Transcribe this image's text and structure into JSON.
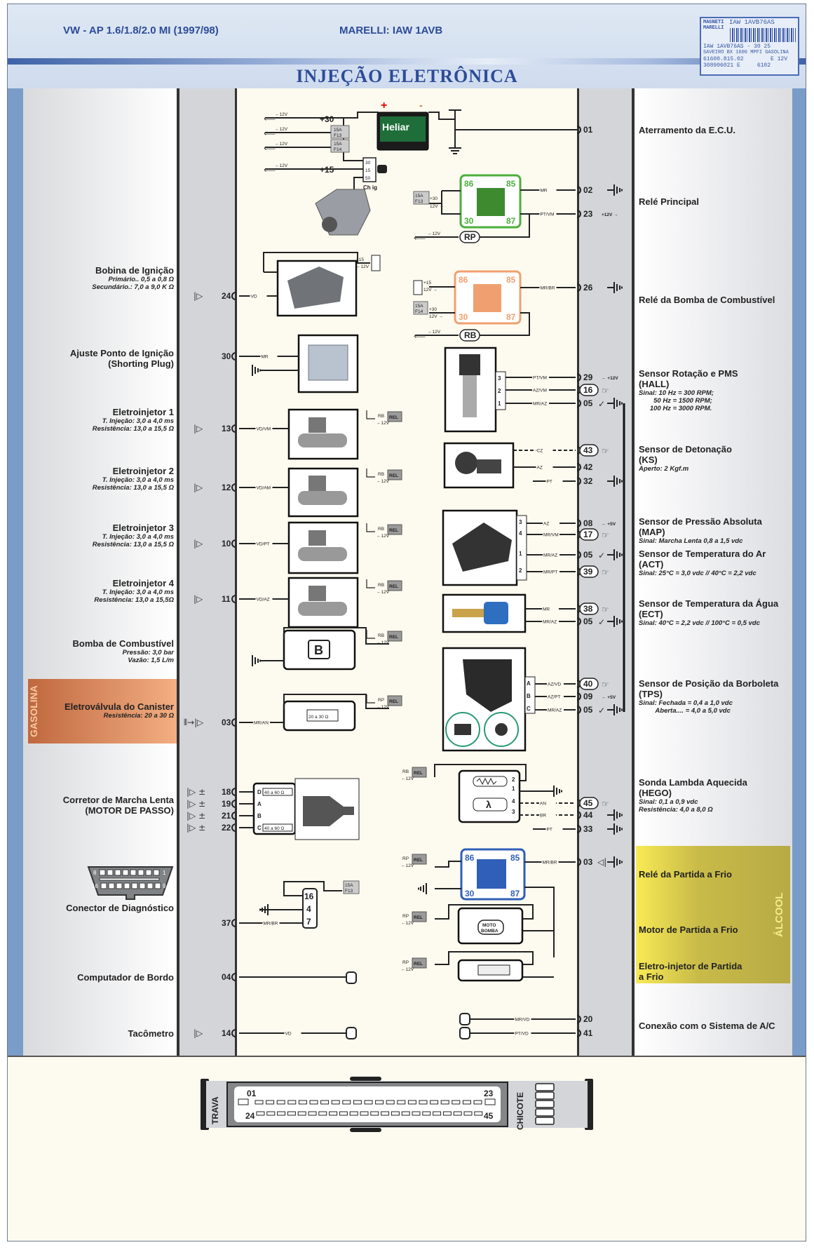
{
  "header": {
    "model": "VW - AP 1.6/1.8/2.0 MI (1997/98)",
    "ecu": "MARELLI: IAW 1AVB",
    "title": "INJEÇÃO ELETRÔNICA"
  },
  "sticker": {
    "brand": "MAGNETI MARELLI",
    "code": "IAW 1AVB76AS",
    "lines": [
      "IAW 1AVB76AS - 30 25",
      "SAVEIRO BX 1600 MPFI GASOLINA",
      "61600.815.02        E 12V",
      "308906021 E     6102"
    ]
  },
  "bands": {
    "gasolina": "GASOLINA",
    "alcool": "ÁLCOOL"
  },
  "colors": {
    "main_relay": "#4caf3c",
    "fuel_relay": "#f0a070",
    "cold_start_relay": "#2f5fb8",
    "side_strip": "#7a9cc8",
    "title": "#2d4b98"
  },
  "left_components": [
    {
      "title": [
        "Bobina de Ignição"
      ],
      "specs": [
        "Primário.. 0,5 a 0,8 Ω",
        "Secundário.: 7,0 a 9,0 K Ω"
      ]
    },
    {
      "title": [
        "Ajuste Ponto de Ignição",
        "(Shorting Plug)"
      ],
      "specs": []
    },
    {
      "title": [
        "Eletroinjetor 1"
      ],
      "specs": [
        "T. Injeção: 3,0 a 4,0 ms",
        "Resistência: 13,0 a 15,5 Ω"
      ]
    },
    {
      "title": [
        "Eletroinjetor 2"
      ],
      "specs": [
        "T. Injeção: 3,0 a 4,0 ms",
        "Resistência: 13,0 a 15,5 Ω"
      ]
    },
    {
      "title": [
        "Eletroinjetor 3"
      ],
      "specs": [
        "T. Injeção: 3,0 a 4,0 ms",
        "Resistência: 13,0 a 15,5 Ω"
      ]
    },
    {
      "title": [
        "Eletroinjetor 4"
      ],
      "specs": [
        "T. Injeção: 3,0 a 4,0 ms",
        "Resistência: 13,0 a 15,5Ω"
      ]
    },
    {
      "title": [
        "Bomba de Combustível"
      ],
      "specs": [
        "Pressão: 3,0 bar",
        "Vazão: 1,5 L/m"
      ]
    },
    {
      "title": [
        "Eletroválvula do Canister"
      ],
      "specs": [
        "Resistência: 20 a 30 Ω"
      ]
    },
    {
      "title": [
        "Corretor de Marcha Lenta",
        "(MOTOR DE PASSO)"
      ],
      "specs": []
    },
    {
      "title": [
        "Conector de Diagnóstico"
      ],
      "specs": []
    },
    {
      "title": [
        "Computador de Bordo"
      ],
      "specs": []
    },
    {
      "title": [
        "Tacômetro"
      ],
      "specs": []
    }
  ],
  "right_components": [
    {
      "title": [
        "Aterramento da E.C.U."
      ],
      "specs": []
    },
    {
      "title": [
        "Relé Principal"
      ],
      "specs": []
    },
    {
      "title": [
        "Relé da Bomba de Combustível"
      ],
      "specs": []
    },
    {
      "title": [
        "Sensor Rotação e PMS",
        "(HALL)"
      ],
      "specs": [
        "Sinal: 10 Hz = 300 RPM;",
        "        50 Hz = 1500 RPM;",
        "      100 Hz = 3000 RPM."
      ]
    },
    {
      "title": [
        "Sensor de Detonação",
        "(KS)"
      ],
      "specs": [
        "Aperto: 2 Kgf.m"
      ]
    },
    {
      "title": [
        "Sensor de Pressão Absoluta",
        "(MAP)"
      ],
      "specs": [
        "Sinal: Marcha Lenta 0,8 a 1,5 vdc"
      ]
    },
    {
      "title": [
        "Sensor de Temperatura do Ar",
        "(ACT)"
      ],
      "specs": [
        "Sinal: 25°C = 3,0 vdc // 40°C = 2,2 vdc"
      ]
    },
    {
      "title": [
        "Sensor de Temperatura da Água",
        "(ECT)"
      ],
      "specs": [
        "Sinal: 40°C = 2,2 vdc // 100°C = 0,5 vdc"
      ]
    },
    {
      "title": [
        "Sensor de Posição da Borboleta",
        "(TPS)"
      ],
      "specs": [
        "Sinal: Fechada = 0,4 a 1,0 vdc",
        "         Aberta.... = 4,0 a 5,0 vdc"
      ]
    },
    {
      "title": [
        "Sonda Lambda Aquecida",
        "(HEGO)"
      ],
      "specs": [
        "Sinal: 0,1 a 0,9 vdc",
        "Resistência: 4,0 a 8,0 Ω"
      ]
    },
    {
      "title": [
        "Relé da Partida a Frio"
      ],
      "specs": []
    },
    {
      "title": [
        "Motor de Partida a Frio"
      ],
      "specs": []
    },
    {
      "title": [
        "Eletro-injetor de Partida",
        "a Frio"
      ],
      "specs": []
    },
    {
      "title": [
        "Conexão com o Sistema de A/C"
      ],
      "specs": []
    }
  ],
  "left_pins": [
    {
      "pin": "24",
      "wire": "VD",
      "marker": "output-icon"
    },
    {
      "pin": "30",
      "wire": "MR",
      "marker": ""
    },
    {
      "pin": "13",
      "wire": "VD/VM",
      "marker": "output-icon"
    },
    {
      "pin": "12",
      "wire": "VD/AM",
      "marker": "output-icon"
    },
    {
      "pin": "10",
      "wire": "VD/PT",
      "marker": "output-icon"
    },
    {
      "pin": "11",
      "wire": "VD/AZ",
      "marker": "output-icon"
    },
    {
      "pin": "03",
      "wire": "MR/AN",
      "marker": "ground-output-icon"
    },
    {
      "pin": "18",
      "wire": "",
      "marker": "bipolar-output-icon"
    },
    {
      "pin": "19",
      "wire": "",
      "marker": "bipolar-output-icon"
    },
    {
      "pin": "21",
      "wire": "",
      "marker": "bipolar-output-icon"
    },
    {
      "pin": "22",
      "wire": "",
      "marker": "bipolar-output-icon"
    },
    {
      "pin": "37",
      "wire": "MR/BR",
      "marker": ""
    },
    {
      "pin": "04",
      "wire": "",
      "marker": ""
    },
    {
      "pin": "14",
      "wire": "VD",
      "marker": "output-icon"
    }
  ],
  "right_pins": [
    {
      "pin": "01",
      "wire": "",
      "marker": "",
      "circled": false
    },
    {
      "pin": "02",
      "wire": "MR",
      "marker": "ground-icon",
      "circled": false
    },
    {
      "pin": "23",
      "wire": "PT/VM",
      "marker": "+12V →",
      "circled": false
    },
    {
      "pin": "26",
      "wire": "MR/BR",
      "marker": "ground-icon",
      "circled": false
    },
    {
      "pin": "29",
      "wire": "PT/VM",
      "marker": "← +12V",
      "circled": false
    },
    {
      "pin": "16",
      "wire": "AZ/VM",
      "marker": "hand-icon",
      "circled": true
    },
    {
      "pin": "05",
      "wire": "MR/AZ",
      "marker": "check-ground-icon",
      "circled": false
    },
    {
      "pin": "43",
      "wire": "CZ",
      "marker": "hand-icon",
      "circled": true
    },
    {
      "pin": "42",
      "wire": "AZ",
      "marker": "",
      "circled": false
    },
    {
      "pin": "32",
      "wire": "PT",
      "marker": "ground-icon",
      "circled": false
    },
    {
      "pin": "08",
      "wire": "AZ",
      "marker": "← +5V",
      "circled": false
    },
    {
      "pin": "17",
      "wire": "MR/VM",
      "marker": "hand-icon",
      "circled": true
    },
    {
      "pin": "05",
      "wire": "MR/AZ",
      "marker": "check-ground-icon",
      "circled": false
    },
    {
      "pin": "39",
      "wire": "MR/PT",
      "marker": "hand-icon",
      "circled": true
    },
    {
      "pin": "38",
      "wire": "MR",
      "marker": "hand-icon",
      "circled": true
    },
    {
      "pin": "05",
      "wire": "MR/AZ",
      "marker": "check-ground-icon",
      "circled": false
    },
    {
      "pin": "40",
      "wire": "AZ/VD",
      "marker": "hand-icon",
      "circled": true
    },
    {
      "pin": "09",
      "wire": "AZ/PT",
      "marker": "← +5V",
      "circled": false
    },
    {
      "pin": "05",
      "wire": "MR/AZ",
      "marker": "check-ground-icon",
      "circled": false
    },
    {
      "pin": "45",
      "wire": "AN",
      "marker": "hand-icon",
      "circled": true
    },
    {
      "pin": "44",
      "wire": "BR",
      "marker": "ground-icon",
      "circled": false
    },
    {
      "pin": "33",
      "wire": "PT",
      "marker": "ground-icon",
      "circled": false
    },
    {
      "pin": "03",
      "wire": "MR/BR",
      "marker": "input-ground-icon",
      "circled": false
    },
    {
      "pin": "20",
      "wire": "MR/VD",
      "marker": "",
      "circled": false
    },
    {
      "pin": "41",
      "wire": "PT/VD",
      "marker": "",
      "circled": false
    }
  ],
  "power": {
    "v12": "←12V",
    "v12r": "12V →",
    "l30": "+30",
    "l15": "+15",
    "l15s": "+15",
    "l30s": "+30",
    "fuse15": "15A",
    "f13": "F13",
    "f14": "F14",
    "switch_pins": [
      "30",
      "15",
      "50"
    ],
    "switch_label": "Ch ig",
    "battery_brand": "Heliar",
    "plus": "+",
    "minus": "-"
  },
  "relays": {
    "pins": [
      "86",
      "85",
      "30",
      "87"
    ],
    "rp": "RP",
    "rb": "RB",
    "rel": "REL"
  },
  "components": {
    "distributor_pins": [
      "3",
      "2",
      "1"
    ],
    "map_pins": [
      "3",
      "4",
      "1",
      "2"
    ],
    "tps_pins": [
      "A",
      "B",
      "C"
    ],
    "lambda_pins": [
      "2",
      "1",
      "4",
      "3"
    ],
    "lambda_symbol": "λ",
    "pump_symbol": "B",
    "canister_res": "20 a 30 Ω",
    "idle_pins": [
      "D",
      "A",
      "B",
      "C"
    ],
    "idle_res": "40 a 60 Ω",
    "diag_pins": [
      "16",
      "4",
      "7"
    ],
    "obd_pins": [
      "8",
      "1",
      "16",
      "9"
    ],
    "moto_bomba": [
      "MOTO",
      "BOMBA"
    ]
  },
  "ecu_connector": {
    "left_label": "TRAVA",
    "right_label": "CHICOTE",
    "top_first": "01",
    "top_last": "23",
    "bottom_first": "24",
    "bottom_last": "45"
  }
}
